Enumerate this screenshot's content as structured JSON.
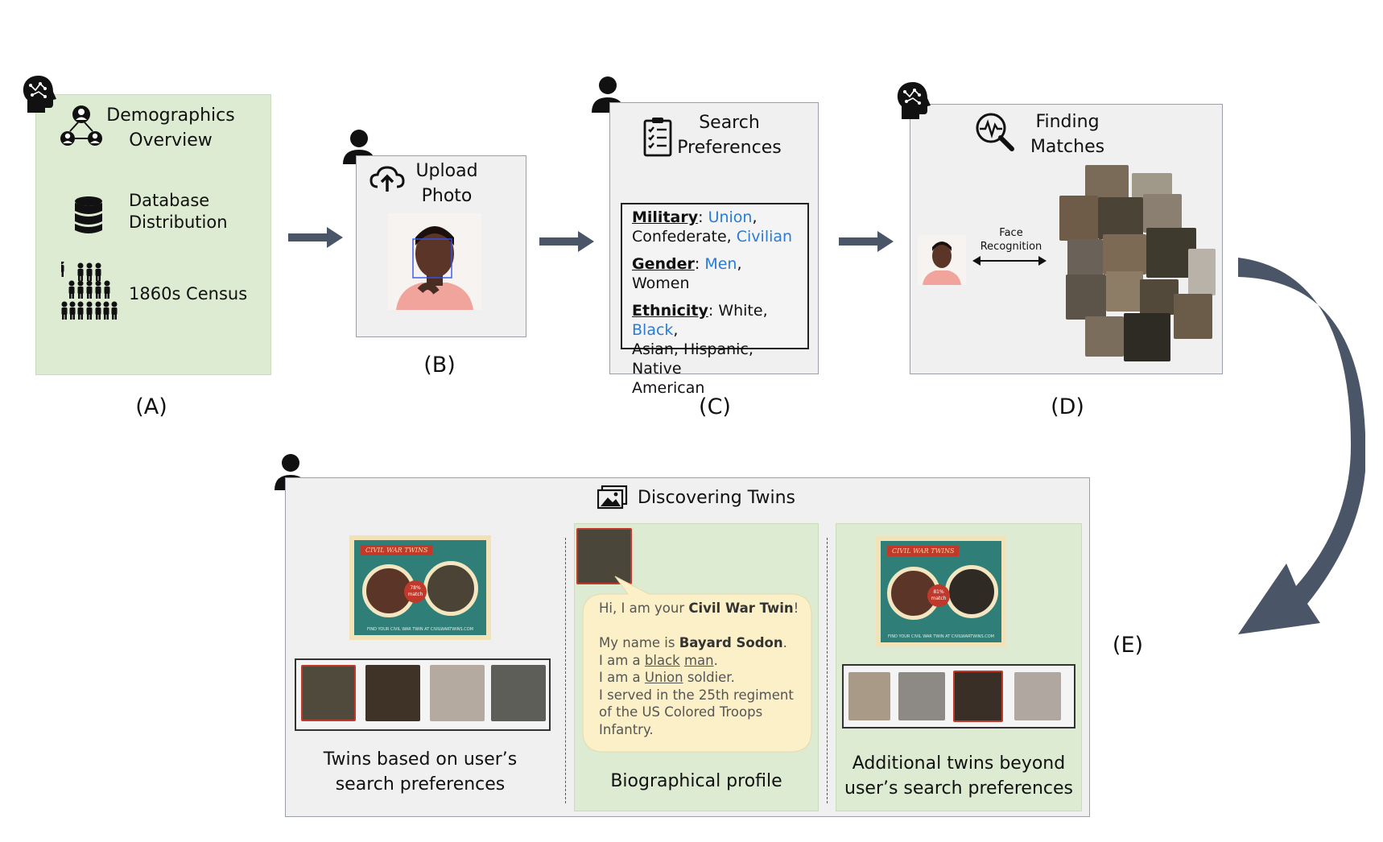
{
  "panel_a": {
    "tag": "(A)",
    "items": [
      {
        "icon": "network-user-icon",
        "lines": [
          "Demographics",
          "Overview"
        ]
      },
      {
        "icon": "database-icon",
        "lines": [
          "Database",
          "Distribution"
        ]
      },
      {
        "icon": "crowd-icon",
        "lines": [
          "1860s Census"
        ]
      }
    ]
  },
  "panel_b": {
    "tag": "(B)",
    "title": [
      "Upload",
      "Photo"
    ]
  },
  "panel_c": {
    "tag": "(C)",
    "title": [
      "Search",
      "Preferences"
    ],
    "military": {
      "label": "Military",
      "sep": ": ",
      "union": "Union",
      "comma1": ",",
      "confederate": "Confederate",
      "comma2": ", ",
      "civilian": "Civilian"
    },
    "gender": {
      "label": "Gender",
      "sep": ": ",
      "men": "Men",
      "rest": ", Women"
    },
    "ethnicity": {
      "label": "Ethnicity",
      "sep": ": White, ",
      "black": "Black",
      "comma": ",",
      "line2": "Asian, Hispanic, Native",
      "line3": "American"
    }
  },
  "panel_d": {
    "tag": "(D)",
    "title": [
      "Finding",
      "Matches"
    ],
    "face_recognition": [
      "Face",
      "Recognition"
    ]
  },
  "panel_e": {
    "tag": "(E)",
    "title": "Discovering Twins",
    "card_title": "CIVIL WAR TWINS",
    "match_badge_left": [
      "78%",
      "match"
    ],
    "match_badge_right": [
      "81%",
      "match"
    ],
    "card_footer": "FIND YOUR CIVIL WAR TWIN AT CIVILWARTWINS.COM",
    "col1_caption": [
      "Twins based on user’s",
      "search preferences"
    ],
    "col2_caption": "Biographical profile",
    "col3_caption": [
      "Additional twins beyond",
      "user’s search preferences"
    ],
    "bio": {
      "greet_pre": "Hi, I am your ",
      "greet_bold": "Civil War Twin",
      "greet_post": "!",
      "name_pre": "My name is ",
      "name_bold": "Bayard Sodon",
      "name_post": ".",
      "race_pre": "I am a ",
      "race_u1": "black",
      "race_sp": " ",
      "race_u2": "man",
      "race_post": ".",
      "side_pre": "I am a ",
      "side_u": "Union",
      "side_post": " soldier.",
      "reg1": "I served in the 25th regiment",
      "reg2": "of the US Colored Troops",
      "reg3": "Infantry."
    }
  },
  "colors": {
    "arrow": "#4a5568",
    "green_panel": "#dcebd1",
    "gray_panel": "#f0f0f0",
    "blue_highlight": "#2b7bd6",
    "card_teal": "#2f7f78",
    "card_red": "#c0392b",
    "speech_bubble": "#fbf0c7"
  }
}
